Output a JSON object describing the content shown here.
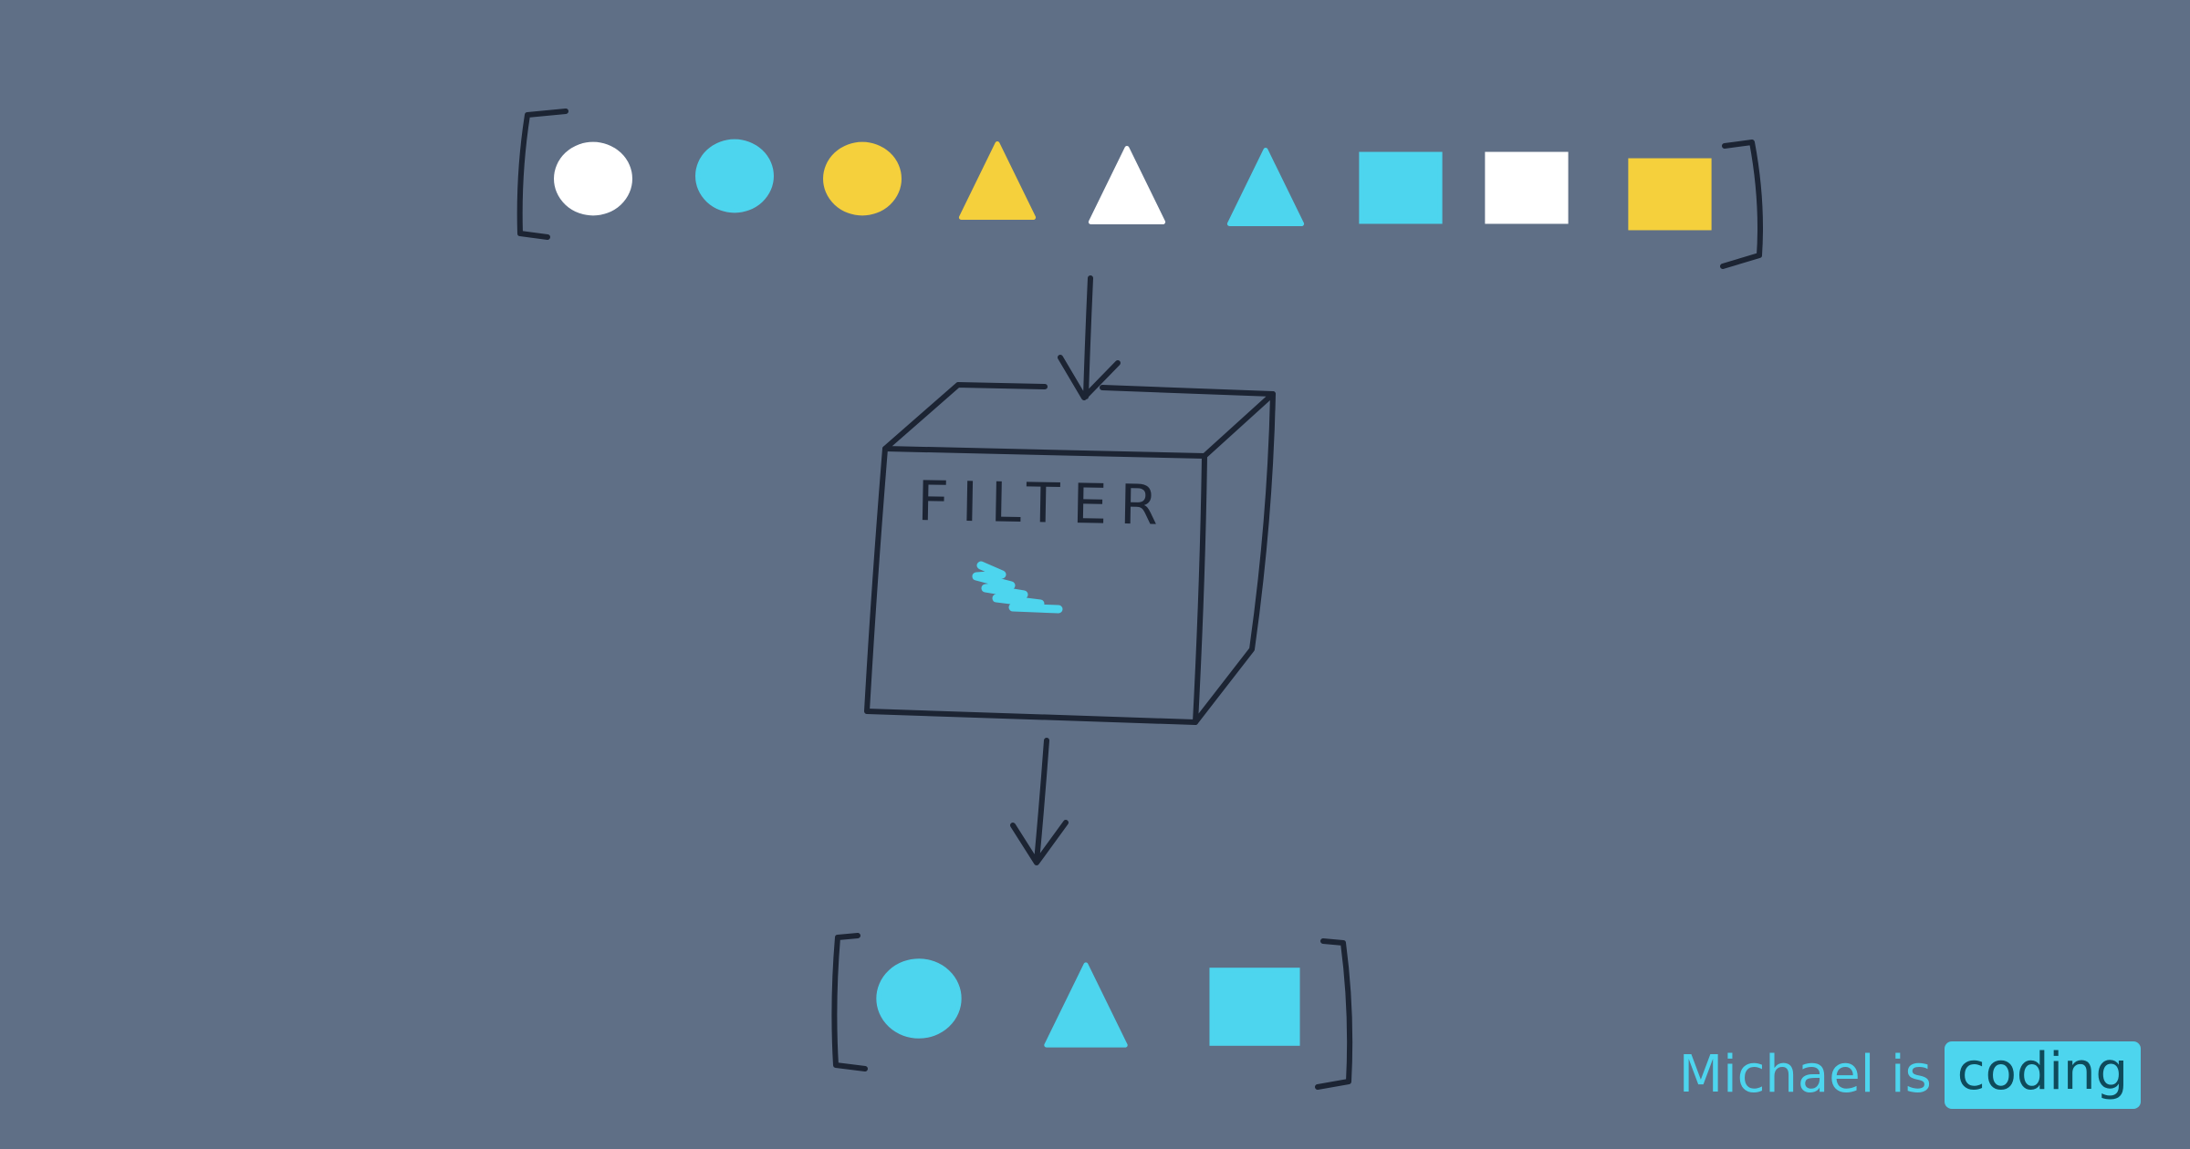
{
  "diagram": {
    "box_label": "FILTER",
    "colors": {
      "background": "#5f6f86",
      "ink": "#1c2433",
      "white": "#ffffff",
      "cyan": "#4dd5ee",
      "yellow": "#f5d03c"
    },
    "input_items": [
      {
        "shape": "circle",
        "color": "white"
      },
      {
        "shape": "circle",
        "color": "cyan"
      },
      {
        "shape": "circle",
        "color": "yellow"
      },
      {
        "shape": "triangle",
        "color": "yellow"
      },
      {
        "shape": "triangle",
        "color": "white"
      },
      {
        "shape": "triangle",
        "color": "cyan"
      },
      {
        "shape": "square",
        "color": "cyan"
      },
      {
        "shape": "square",
        "color": "white"
      },
      {
        "shape": "square",
        "color": "yellow"
      }
    ],
    "filter_condition": {
      "color": "cyan"
    },
    "output_items": [
      {
        "shape": "circle",
        "color": "cyan"
      },
      {
        "shape": "triangle",
        "color": "cyan"
      },
      {
        "shape": "square",
        "color": "cyan"
      }
    ]
  },
  "watermark": {
    "name": "Michael is",
    "tag": "coding"
  }
}
